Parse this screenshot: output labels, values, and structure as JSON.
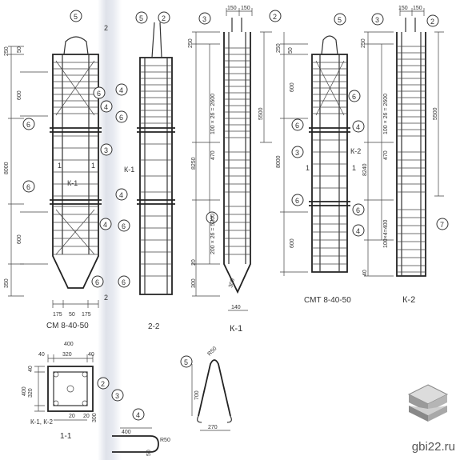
{
  "drawing": {
    "titles": {
      "sm": "СМ 8-40-50",
      "sec22": "2-2",
      "k1": "К-1",
      "smt": "СМТ 8-40-50",
      "k2": "К-2",
      "sec11": "1-1"
    },
    "callouts": {
      "c5": "5",
      "c2": "2",
      "c3": "3",
      "c4": "4",
      "c6": "6",
      "c1": "1",
      "c7": "7"
    },
    "section_marks": {
      "two": "2",
      "one": "1",
      "k1_label": "К-1",
      "k2_label": "К-2",
      "k1k2": "К-1, К-2"
    },
    "dims": {
      "d250": "250",
      "d50": "50",
      "d600": "600",
      "d8000": "8000",
      "d350": "350",
      "d300": "300",
      "d175": "175",
      "d50b": "50",
      "d175b": "175",
      "d150a": "150",
      "d150b": "150",
      "d100x26": "100 × 26 = 2600",
      "d470": "470",
      "d200x26": "200 × 26 = 5200",
      "d5500": "5500",
      "d8250": "8250",
      "d20": "20",
      "d300b": "300",
      "d140": "140",
      "d8240": "8240",
      "d100x26b": "100 × 26 = 2600",
      "d470b": "470",
      "d100x4": "100×4=400",
      "d40": "40",
      "d400": "400",
      "d320": "320",
      "d40b": "40",
      "d40c": "40",
      "d400v": "400",
      "d320v": "320",
      "d20a": "20",
      "d20b": "20",
      "d300c": "300",
      "d700": "700",
      "d270": "270",
      "r50": "R50",
      "d400h": "400",
      "r50b": "R50",
      "d50c": "50"
    }
  },
  "watermark": {
    "site": "gbi22.ru"
  }
}
